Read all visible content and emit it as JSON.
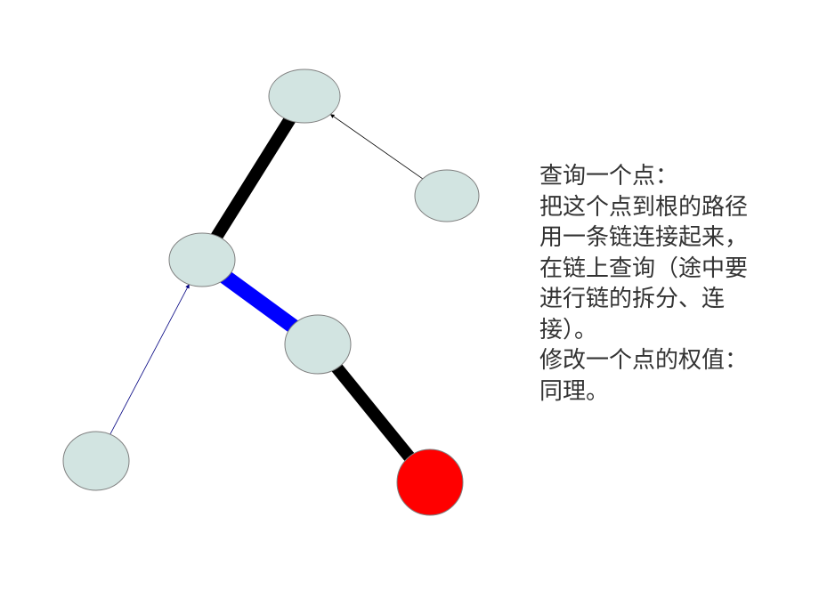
{
  "diagram": {
    "nodes": [
      {
        "id": "top",
        "color": "#d2e4e1"
      },
      {
        "id": "right",
        "color": "#d2e4e1"
      },
      {
        "id": "middle-left",
        "color": "#d2e4e1"
      },
      {
        "id": "middle-right",
        "color": "#d2e4e1"
      },
      {
        "id": "bottom-left",
        "color": "#d2e4e1"
      },
      {
        "id": "queried",
        "color": "#ff0000"
      }
    ],
    "edges": [
      {
        "from": "middle-left",
        "to": "top",
        "kind": "heavy",
        "color": "#000000"
      },
      {
        "from": "middle-left",
        "to": "middle-right",
        "kind": "preferred",
        "color": "#0000ff"
      },
      {
        "from": "middle-right",
        "to": "queried",
        "kind": "heavy",
        "color": "#000000"
      },
      {
        "from": "right",
        "to": "top",
        "kind": "light-arrow",
        "color": "#000000"
      },
      {
        "from": "bottom-left",
        "to": "middle-left",
        "kind": "light-arrow",
        "color": "#000080"
      }
    ],
    "node_border_color": "#7f7f7f"
  },
  "note": {
    "lines": [
      "查询一个点：",
      "把这个点到根的路径",
      "用一条链连接起来，",
      "在链上查询（途中要",
      "进行链的拆分、连",
      "接）。",
      "修改一个点的权值：",
      "同理。"
    ]
  }
}
